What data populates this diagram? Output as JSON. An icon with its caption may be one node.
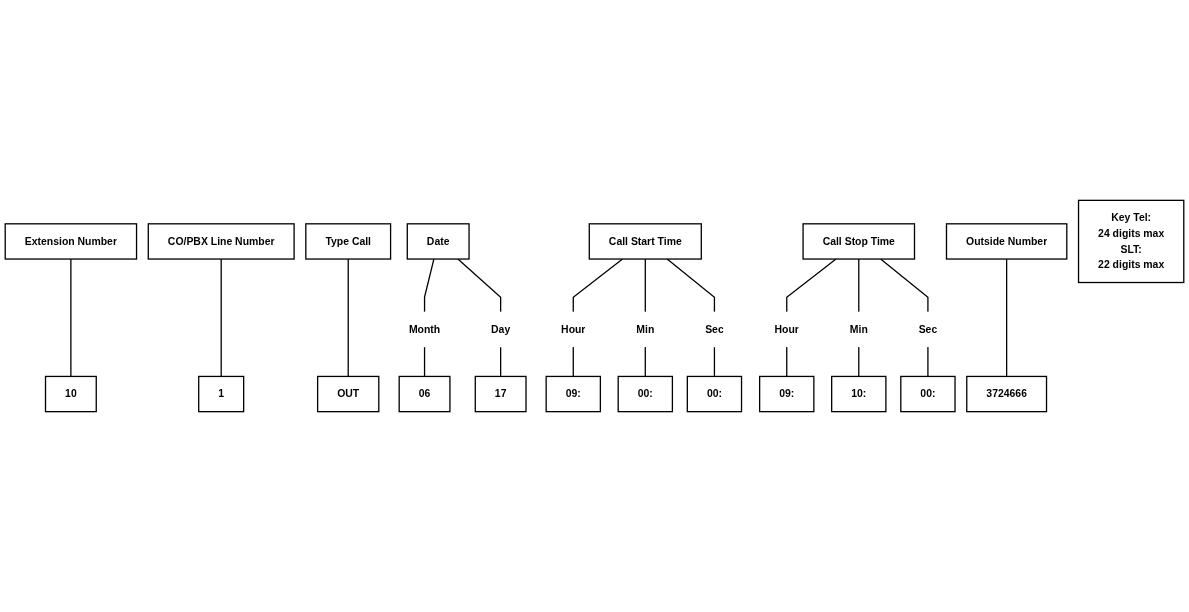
{
  "diagram": {
    "nodes": [
      {
        "text": [
          "Extension Number"
        ]
      },
      {
        "text": [
          "CO/PBX Line Number"
        ]
      },
      {
        "text": [
          "Type Call"
        ]
      },
      {
        "text": [
          "Date"
        ]
      },
      {
        "text": [
          "Call Start Time"
        ]
      },
      {
        "text": [
          "Call Stop Time"
        ]
      },
      {
        "text": [
          "Outside Number"
        ]
      },
      {
        "text": [
          "Month"
        ]
      },
      {
        "text": [
          "Day"
        ]
      },
      {
        "text": [
          "Hour"
        ]
      },
      {
        "text": [
          "Min"
        ]
      },
      {
        "text": [
          "Sec"
        ]
      },
      {
        "text": [
          "Hour"
        ]
      },
      {
        "text": [
          "Min"
        ]
      },
      {
        "text": [
          "Sec"
        ]
      },
      {
        "text": [
          "10"
        ]
      },
      {
        "text": [
          "1"
        ]
      },
      {
        "text": [
          "OUT"
        ]
      },
      {
        "text": [
          "06"
        ]
      },
      {
        "text": [
          "17"
        ]
      },
      {
        "text": [
          "09:"
        ]
      },
      {
        "text": [
          "00:"
        ]
      },
      {
        "text": [
          "00:"
        ]
      },
      {
        "text": [
          "09:"
        ]
      },
      {
        "text": [
          "10:"
        ]
      },
      {
        "text": [
          "00:"
        ]
      },
      {
        "text": [
          "3724666"
        ]
      },
      {
        "text": [
          "Key Tel:",
          "24 digits max",
          "SLT:",
          "22 digits max"
        ]
      }
    ],
    "edges": [
      {
        "from": 0,
        "to": 15,
        "arrow": "none"
      },
      {
        "from": 1,
        "to": 16,
        "arrow": "none"
      },
      {
        "from": 2,
        "to": 17,
        "arrow": "none"
      },
      {
        "from": 3,
        "to": 7,
        "arrow": "none"
      },
      {
        "from": 3,
        "to": 8,
        "arrow": "none"
      },
      {
        "from": 7,
        "to": 18,
        "arrow": "none"
      },
      {
        "from": 8,
        "to": 19,
        "arrow": "none"
      },
      {
        "from": 4,
        "to": 9,
        "arrow": "none"
      },
      {
        "from": 4,
        "to": 10,
        "arrow": "none"
      },
      {
        "from": 4,
        "to": 11,
        "arrow": "none"
      },
      {
        "from": 5,
        "to": 12,
        "arrow": "none"
      },
      {
        "from": 5,
        "to": 13,
        "arrow": "none"
      },
      {
        "from": 5,
        "to": 14,
        "arrow": "none"
      },
      {
        "from": 9,
        "to": 20,
        "arrow": "none"
      },
      {
        "from": 10,
        "to": 21,
        "arrow": "none"
      },
      {
        "from": 11,
        "to": 22,
        "arrow": "none"
      },
      {
        "from": 12,
        "to": 23,
        "arrow": "none"
      },
      {
        "from": 13,
        "to": 24,
        "arrow": "none"
      },
      {
        "from": 14,
        "to": 25,
        "arrow": "none"
      },
      {
        "from": 6,
        "to": 26,
        "arrow": "none"
      }
    ]
  }
}
